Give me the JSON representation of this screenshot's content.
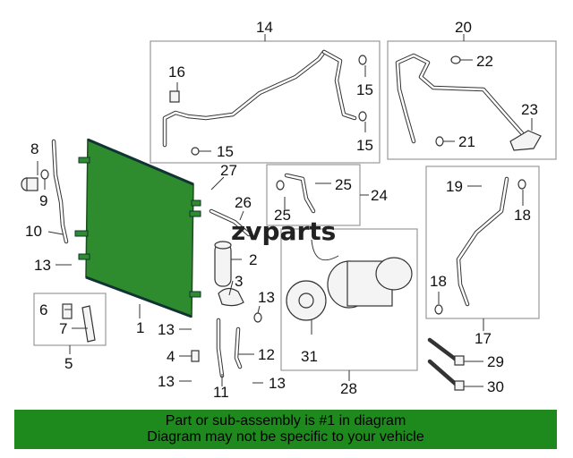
{
  "callouts": {
    "c1": "1",
    "c2": "2",
    "c3": "3",
    "c4": "4",
    "c5": "5",
    "c6": "6",
    "c7": "7",
    "c8": "8",
    "c9": "9",
    "c10": "10",
    "c11": "11",
    "c12": "12",
    "c13a": "13",
    "c13b": "13",
    "c13c": "13",
    "c13d": "13",
    "c13e": "13",
    "c14": "14",
    "c15a": "15",
    "c15b": "15",
    "c15c": "15",
    "c16": "16",
    "c17": "17",
    "c18a": "18",
    "c18b": "18",
    "c19": "19",
    "c20": "20",
    "c21": "21",
    "c22": "22",
    "c23": "23",
    "c24": "24",
    "c25a": "25",
    "c25b": "25",
    "c26": "26",
    "c27": "27",
    "c28": "28",
    "c29": "29",
    "c30": "30",
    "c31": "31"
  },
  "watermark": "zvparts",
  "footer": {
    "line1": "Part or sub-assembly is #1 in diagram",
    "line2": "Diagram may not be specific to your vehicle"
  },
  "colors": {
    "condenser": "#2e8b2e",
    "footer_bg": "#1e8a1e"
  }
}
